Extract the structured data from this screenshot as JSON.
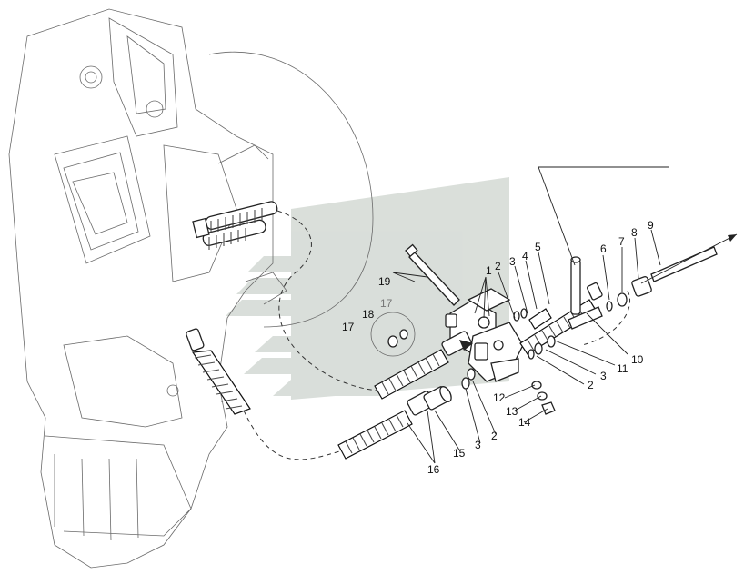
{
  "callouts": [
    {
      "id": "c1",
      "text": "1"
    },
    {
      "id": "c2a",
      "text": "2"
    },
    {
      "id": "c3a",
      "text": "3"
    },
    {
      "id": "c4",
      "text": "4"
    },
    {
      "id": "c5",
      "text": "5"
    },
    {
      "id": "c6",
      "text": "6"
    },
    {
      "id": "c7",
      "text": "7"
    },
    {
      "id": "c8",
      "text": "8"
    },
    {
      "id": "c9",
      "text": "9"
    },
    {
      "id": "c10",
      "text": "10"
    },
    {
      "id": "c11",
      "text": "11"
    },
    {
      "id": "c3b",
      "text": "3"
    },
    {
      "id": "c2b",
      "text": "2"
    },
    {
      "id": "c12",
      "text": "12"
    },
    {
      "id": "c13",
      "text": "13"
    },
    {
      "id": "c14",
      "text": "14"
    },
    {
      "id": "c2c",
      "text": "2"
    },
    {
      "id": "c3c",
      "text": "3"
    },
    {
      "id": "c15",
      "text": "15"
    },
    {
      "id": "c16",
      "text": "16"
    },
    {
      "id": "c17a",
      "text": "17"
    },
    {
      "id": "c17b",
      "text": "17"
    },
    {
      "id": "c18",
      "text": "18"
    },
    {
      "id": "c19",
      "text": "19"
    }
  ],
  "watermark": {
    "color": "#cfd6d0",
    "kind": "manufacturer-logo"
  },
  "colors": {
    "ink": "#222222",
    "light_ink": "#6a6a6a",
    "background": "#ffffff"
  }
}
